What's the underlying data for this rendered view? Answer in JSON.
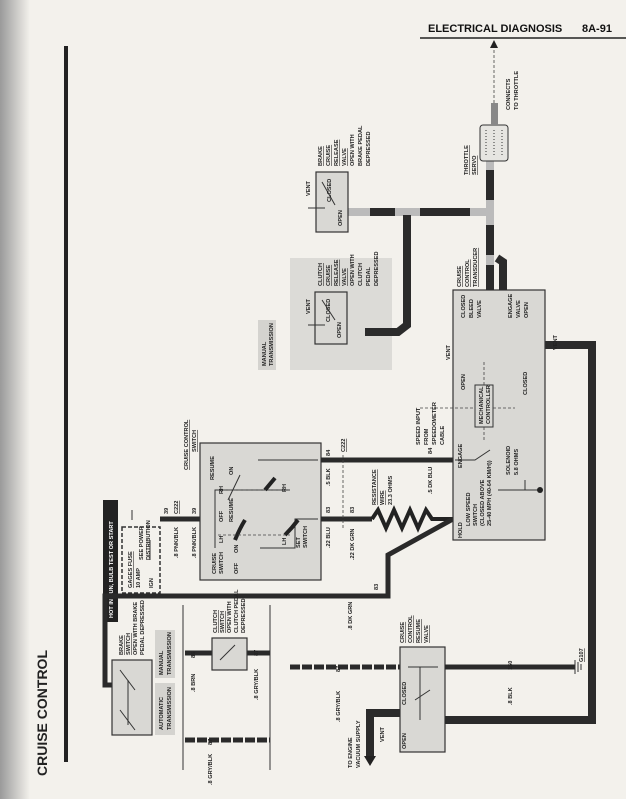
{
  "header": {
    "section": "ELECTRICAL DIAGNOSIS",
    "page": "8A-91"
  },
  "title": "CRUISE CONTROL",
  "power": {
    "hot_label": "HOT IN RUN, BULB TEST OR START",
    "fuse_name": "GAGES FUSE",
    "fuse_rating": "10 AMP",
    "fuse_source": "IGN",
    "see_power_1": "SEE POWER",
    "see_power_2": "DISTRIBUTION"
  },
  "wires": {
    "w39a": "39",
    "w39b": "39",
    "pnk1": ".8 PNK/BLK",
    "pnk2": ".8 PNK/BLK",
    "c222a": "C222",
    "c222b": "C222",
    "w84a": "84",
    "blk5": ".5 BLK",
    "w83a": "83",
    "blu22": ".22 BLU",
    "w83b": "83",
    "dkgrn22": ".22 DK GRN",
    "w84b": "84",
    "dkblu5": ".5 DK BLU",
    "w83c": "83",
    "dkgrn8": ".8 DK GRN",
    "brn8": ".8 BRN",
    "w86": "86",
    "gryblk_a": ".8 GRY/BLK",
    "w87a": "87",
    "gryblk_b": ".8 GRY/BLK",
    "w87b": "87",
    "gryblk_c": ".8 GRY/BLK",
    "w87c": "87",
    "blk8": ".8 BLK",
    "w150": "150",
    "g107": "G107"
  },
  "resistance": {
    "l1": "RESISTANCE",
    "l2": "WIRE",
    "l3": "23.3 OHMS"
  },
  "cruise_switch": {
    "title1": "CRUISE CONTROL",
    "title2": "SWITCH",
    "cruise1": "CRUISE",
    "cruise2": "SWITCH",
    "off1": "OFF",
    "on1": "ON",
    "lh1": "LH",
    "rh1": "RH",
    "off2": "OFF",
    "resume1": "RESUME",
    "resume2": "RESUME",
    "on2": "ON",
    "lh2": "LH",
    "rh2": "RH",
    "set1": "SET",
    "set2": "SWITCH"
  },
  "brake_switch": {
    "l1": "BRAKE",
    "l2": "SWITCH",
    "l3": "OPEN WITH BRAKE",
    "l4": "PEDAL DEPRESSED"
  },
  "auto_trans": {
    "l1": "AUTOMATIC",
    "l2": "TRANSMISSION"
  },
  "manual_trans": {
    "l1": "MANUAL",
    "l2": "TRANSMISSION"
  },
  "clutch_switch": {
    "l1": "CLUTCH",
    "l2": "SWITCH",
    "l3": "OPEN WITH",
    "l4": "CLUTCH PEDAL",
    "l5": "DEPRESSED"
  },
  "resume_valve": {
    "l1": "CRUISE",
    "l2": "CONTROL",
    "l3": "RESUME",
    "l4": "VALVE",
    "closed": "CLOSED",
    "open": "OPEN",
    "vent": "VENT",
    "vac1": "TO ENGINE",
    "vac2": "VACUUM SUPPLY"
  },
  "transducer": {
    "l1": "CRUISE",
    "l2": "CONTROL",
    "l3": "TRANSDUCER",
    "closed": "CLOSED",
    "bleed1": "BLEED",
    "bleed2": "VALVE",
    "engage1": "ENGAGE",
    "engage2": "VALVE",
    "engage3": "OPEN",
    "open": "OPEN",
    "closed2": "CLOSED",
    "vent1": "VENT",
    "vent2": "VENT",
    "mech1": "MECHANICAL",
    "mech2": "CONTROLLER",
    "engage_term": "ENGAGE",
    "hold_term": "HOLD",
    "ls1": "LOW SPEED",
    "ls2": "SWITCH",
    "ls3": "(CLOSED ABOVE",
    "ls4": "25-40 MPH (40-64 KM/H))",
    "sol1": "SOLENOID",
    "sol2": "5.8 OHMS",
    "speed1": "SPEED INPUT",
    "speed2": "FROM",
    "speed3": "SPEEDOMETER",
    "speed4": "CABLE"
  },
  "manual_trans2": {
    "l1": "MANUAL",
    "l2": "TRANSMISSION"
  },
  "clutch_valve": {
    "l1": "CLUTCH",
    "l2": "CRUISE",
    "l3": "RELEASE",
    "l4": "VALVE",
    "l5": "OPEN WITH",
    "l6": "CLUTCH",
    "l7": "PEDAL",
    "l8": "DEPRESSED",
    "vent": "VENT",
    "open": "OPEN",
    "closed": "CLOSED"
  },
  "brake_valve": {
    "l1": "BRAKE",
    "l2": "CRUISE",
    "l3": "RELEASE",
    "l4": "VALVE",
    "l5": "OPEN WITH",
    "l6": "BRAKE PEDAL",
    "l7": "DEPRESSED",
    "vent": "VENT",
    "open": "OPEN",
    "closed": "CLOSED"
  },
  "servo": {
    "l1": "THROTTLE",
    "l2": "SERVO",
    "c1": "CONNECTS",
    "c2": "TO THROTTLE"
  }
}
